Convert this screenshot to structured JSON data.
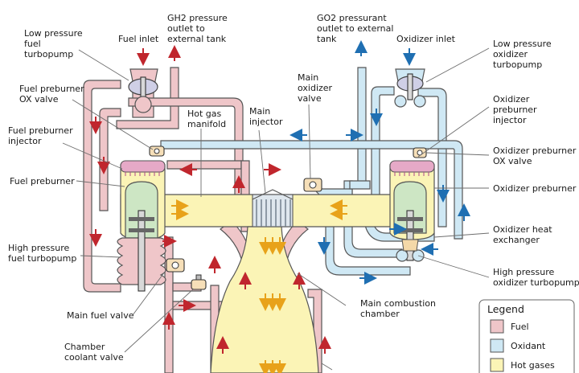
{
  "labels": {
    "gh2_outlet": [
      "GH2 pressure",
      "outlet to",
      "external tank"
    ],
    "go2_outlet": [
      "GO2 pressurant",
      "outlet to external",
      "tank"
    ],
    "low_fuel_tp": [
      "Low pressure",
      "fuel",
      "turbopump"
    ],
    "fuel_inlet": "Fuel inlet",
    "ox_inlet": "Oxidizer inlet",
    "low_ox_tp": [
      "Low pressure",
      "oxidizer",
      "turbopump"
    ],
    "fuel_pb_ox_valve": [
      "Fuel preburner",
      "OX valve"
    ],
    "main_ox_valve": [
      "Main",
      "oxidizer",
      "valve"
    ],
    "ox_pb_injector": [
      "Oxidizer",
      "preburner",
      "injector"
    ],
    "hot_gas_manifold": [
      "Hot gas",
      "manifold"
    ],
    "main_injector": [
      "Main",
      "injector"
    ],
    "fuel_pb_injector": [
      "Fuel preburner",
      "injector"
    ],
    "ox_pb_ox_valve": [
      "Oxidizer preburner",
      "OX valve"
    ],
    "fuel_preburner": "Fuel preburner",
    "ox_preburner": "Oxidizer preburner",
    "ox_heat_exchanger": [
      "Oxidizer heat",
      "exchanger"
    ],
    "high_fuel_tp": [
      "High pressure",
      "fuel turbopump"
    ],
    "high_ox_tp": [
      "High pressure",
      "oxidizer turbopump"
    ],
    "main_fuel_valve": "Main fuel valve",
    "main_combustion_chamber": [
      "Main combustion",
      "chamber"
    ],
    "chamber_coolant_valve": [
      "Chamber",
      "coolant valve"
    ]
  },
  "legend": {
    "title": "Legend",
    "items": [
      {
        "label": "Fuel",
        "color": "#efc6c9"
      },
      {
        "label": "Oxidant",
        "color": "#cfe8f4"
      },
      {
        "label": "Hot gases",
        "color": "#fbf4b6"
      }
    ]
  },
  "colors": {
    "fuel": "#efc6c9",
    "oxidant": "#cfe8f4",
    "hot_gases": "#fbf4b6",
    "fuel_arrow": "#c0262d",
    "ox_arrow": "#1f6fb2",
    "hot_arrow": "#e8a21a"
  }
}
